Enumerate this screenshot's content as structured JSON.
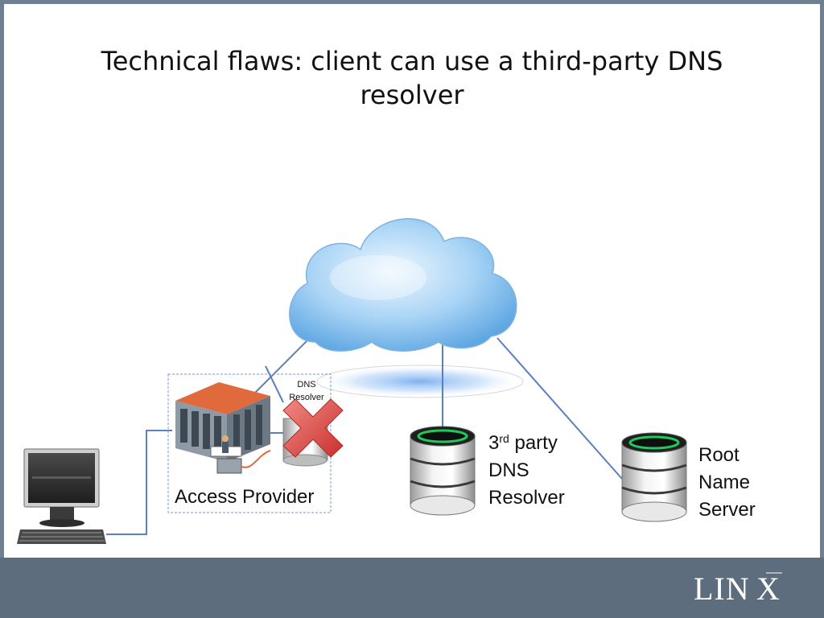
{
  "slide": {
    "title": "Technical flaws: client can use a third-party DNS resolver"
  },
  "nodes": {
    "access_provider": "Access Provider",
    "isp_resolver_line1": "DNS",
    "isp_resolver_line2": "Resolver",
    "third_party_prefix": "3",
    "third_party_sup": "rd",
    "third_party_rest": " party",
    "third_party_line2": "DNS",
    "third_party_line3": "Resolver",
    "root_line1": "Root",
    "root_line2": "Name",
    "root_line3": "Server"
  },
  "footer": {
    "logo_text": "LIN",
    "logo_mark": "X"
  },
  "colors": {
    "connector": "#5b7fbf",
    "footer": "#5d6d7e",
    "blocked_cross": "#d9534f"
  },
  "icons": [
    "cloud-icon",
    "computer-icon",
    "data-center-icon",
    "database-icon",
    "cross-icon"
  ]
}
